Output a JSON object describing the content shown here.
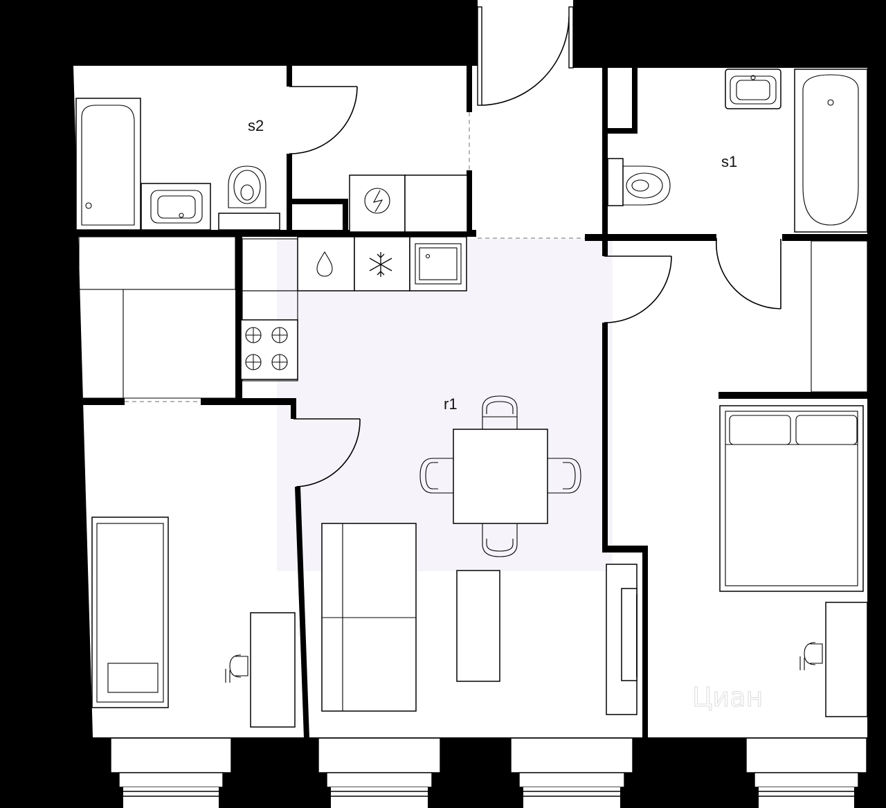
{
  "plan": {
    "rooms": [
      {
        "id": "s2",
        "label": "s2"
      },
      {
        "id": "s1",
        "label": "s1"
      },
      {
        "id": "r1",
        "label": "r1"
      }
    ],
    "watermark": "Циан",
    "colors": {
      "wall": "#000000",
      "background": "#ffffff",
      "living_area_tint": "#f6f4fa",
      "dashed_opening": "#8a8a8a"
    },
    "icons": [
      "water-drop-icon",
      "snowflake-icon",
      "electric-meter-icon"
    ]
  }
}
